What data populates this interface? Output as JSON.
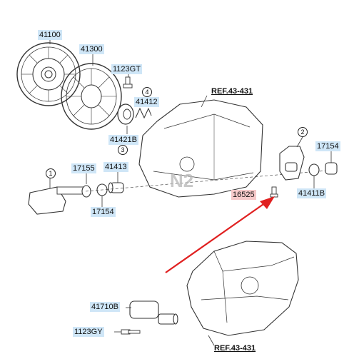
{
  "parts": {
    "p41100": "41100",
    "p41300": "41300",
    "p1123GT": "1123GT",
    "p41412": "41412",
    "p41421B": "41421B",
    "p17155": "17155",
    "p41413": "41413",
    "p17154_left": "17154",
    "p17154_right": "17154",
    "p16525": "16525",
    "p41411B": "41411B",
    "p41710B": "41710B",
    "p1123GY": "1123GY"
  },
  "refs": {
    "ref_top": "REF.43-431",
    "ref_bottom": "REF.43-431"
  },
  "callouts": {
    "c1": "1",
    "c2": "2",
    "c3": "3",
    "c4": "4"
  },
  "watermark": "N2",
  "colors": {
    "label_bg": "#cfe6f7",
    "highlight_bg": "#f6c9c9",
    "arrow": "#e02020",
    "line": "#333333"
  }
}
